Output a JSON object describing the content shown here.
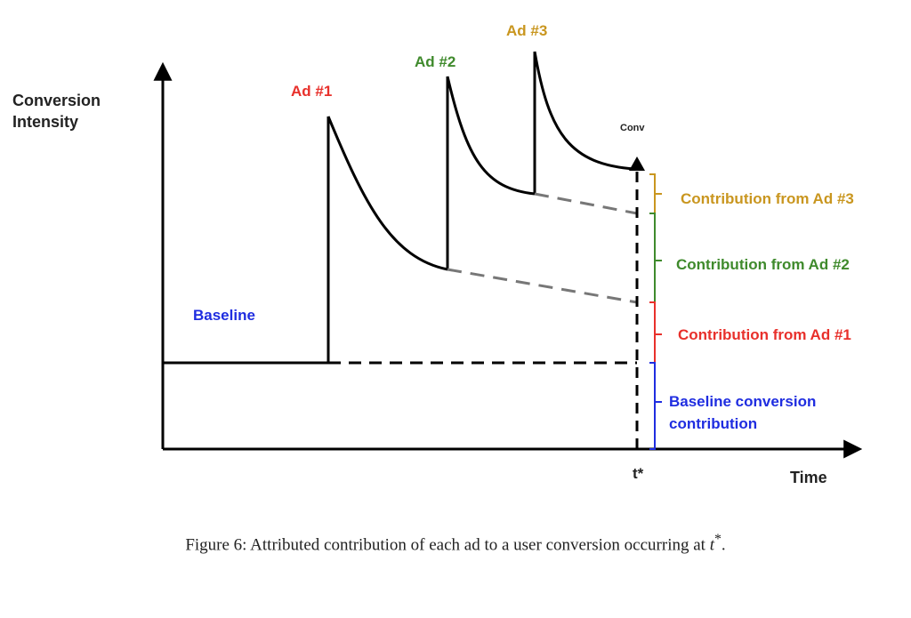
{
  "diagram": {
    "y_axis_label": [
      "Conversion",
      "Intensity"
    ],
    "x_axis_label": "Time",
    "t_star_label": "t*",
    "conv_label": "Conv",
    "baseline_label": "Baseline",
    "ads": [
      {
        "label": "Ad #1",
        "color": "#e8302b"
      },
      {
        "label": "Ad #2",
        "color": "#3f8a2c"
      },
      {
        "label": "Ad #3",
        "color": "#c9961f"
      }
    ],
    "contributions": [
      {
        "label": "Contribution from Ad #3",
        "color": "#c9961f"
      },
      {
        "label": "Contribution from Ad #2",
        "color": "#3f8a2c"
      },
      {
        "label": "Contribution from Ad #1",
        "color": "#e8302b"
      },
      {
        "label": [
          "Baseline conversion",
          "contribution"
        ],
        "color": "#1f2de0"
      }
    ],
    "baseline_color": "#1f2de0"
  },
  "caption": {
    "prefix": "Figure 6: Attributed contribution of each ad to a user conversion occurring at ",
    "var": "t",
    "sup": "*",
    "suffix": "."
  }
}
